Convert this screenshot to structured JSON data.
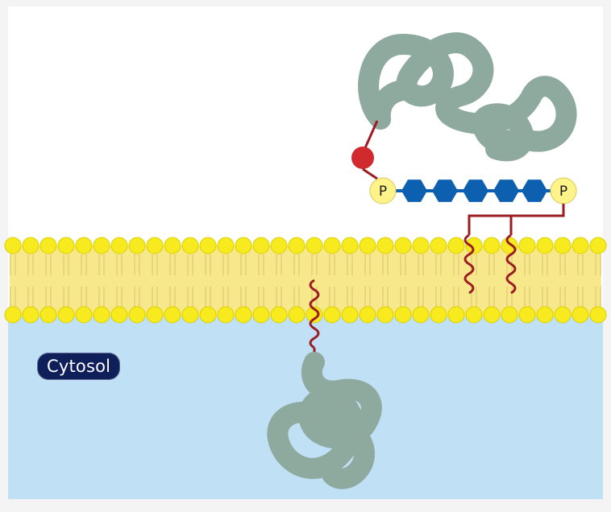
{
  "labels": {
    "region": "Cytosol",
    "phosphate_left": "P",
    "phosphate_right": "P"
  },
  "colors": {
    "background": "#f4f4f4",
    "cytosol": "#bfe0f5",
    "lipid_head": "#f7ea1f",
    "lipid_body": "#f8e88c",
    "protein": "#8ea99e",
    "anchor_red": "#9b1c22",
    "glycan_blue": "#0d5fb0",
    "phosphate_fill": "#fff38a",
    "label_bg": "#0f1f5a"
  },
  "icons": [
    "protein-coil",
    "phosphate-group",
    "sugar-hexagon",
    "lipid-anchor-helix"
  ]
}
